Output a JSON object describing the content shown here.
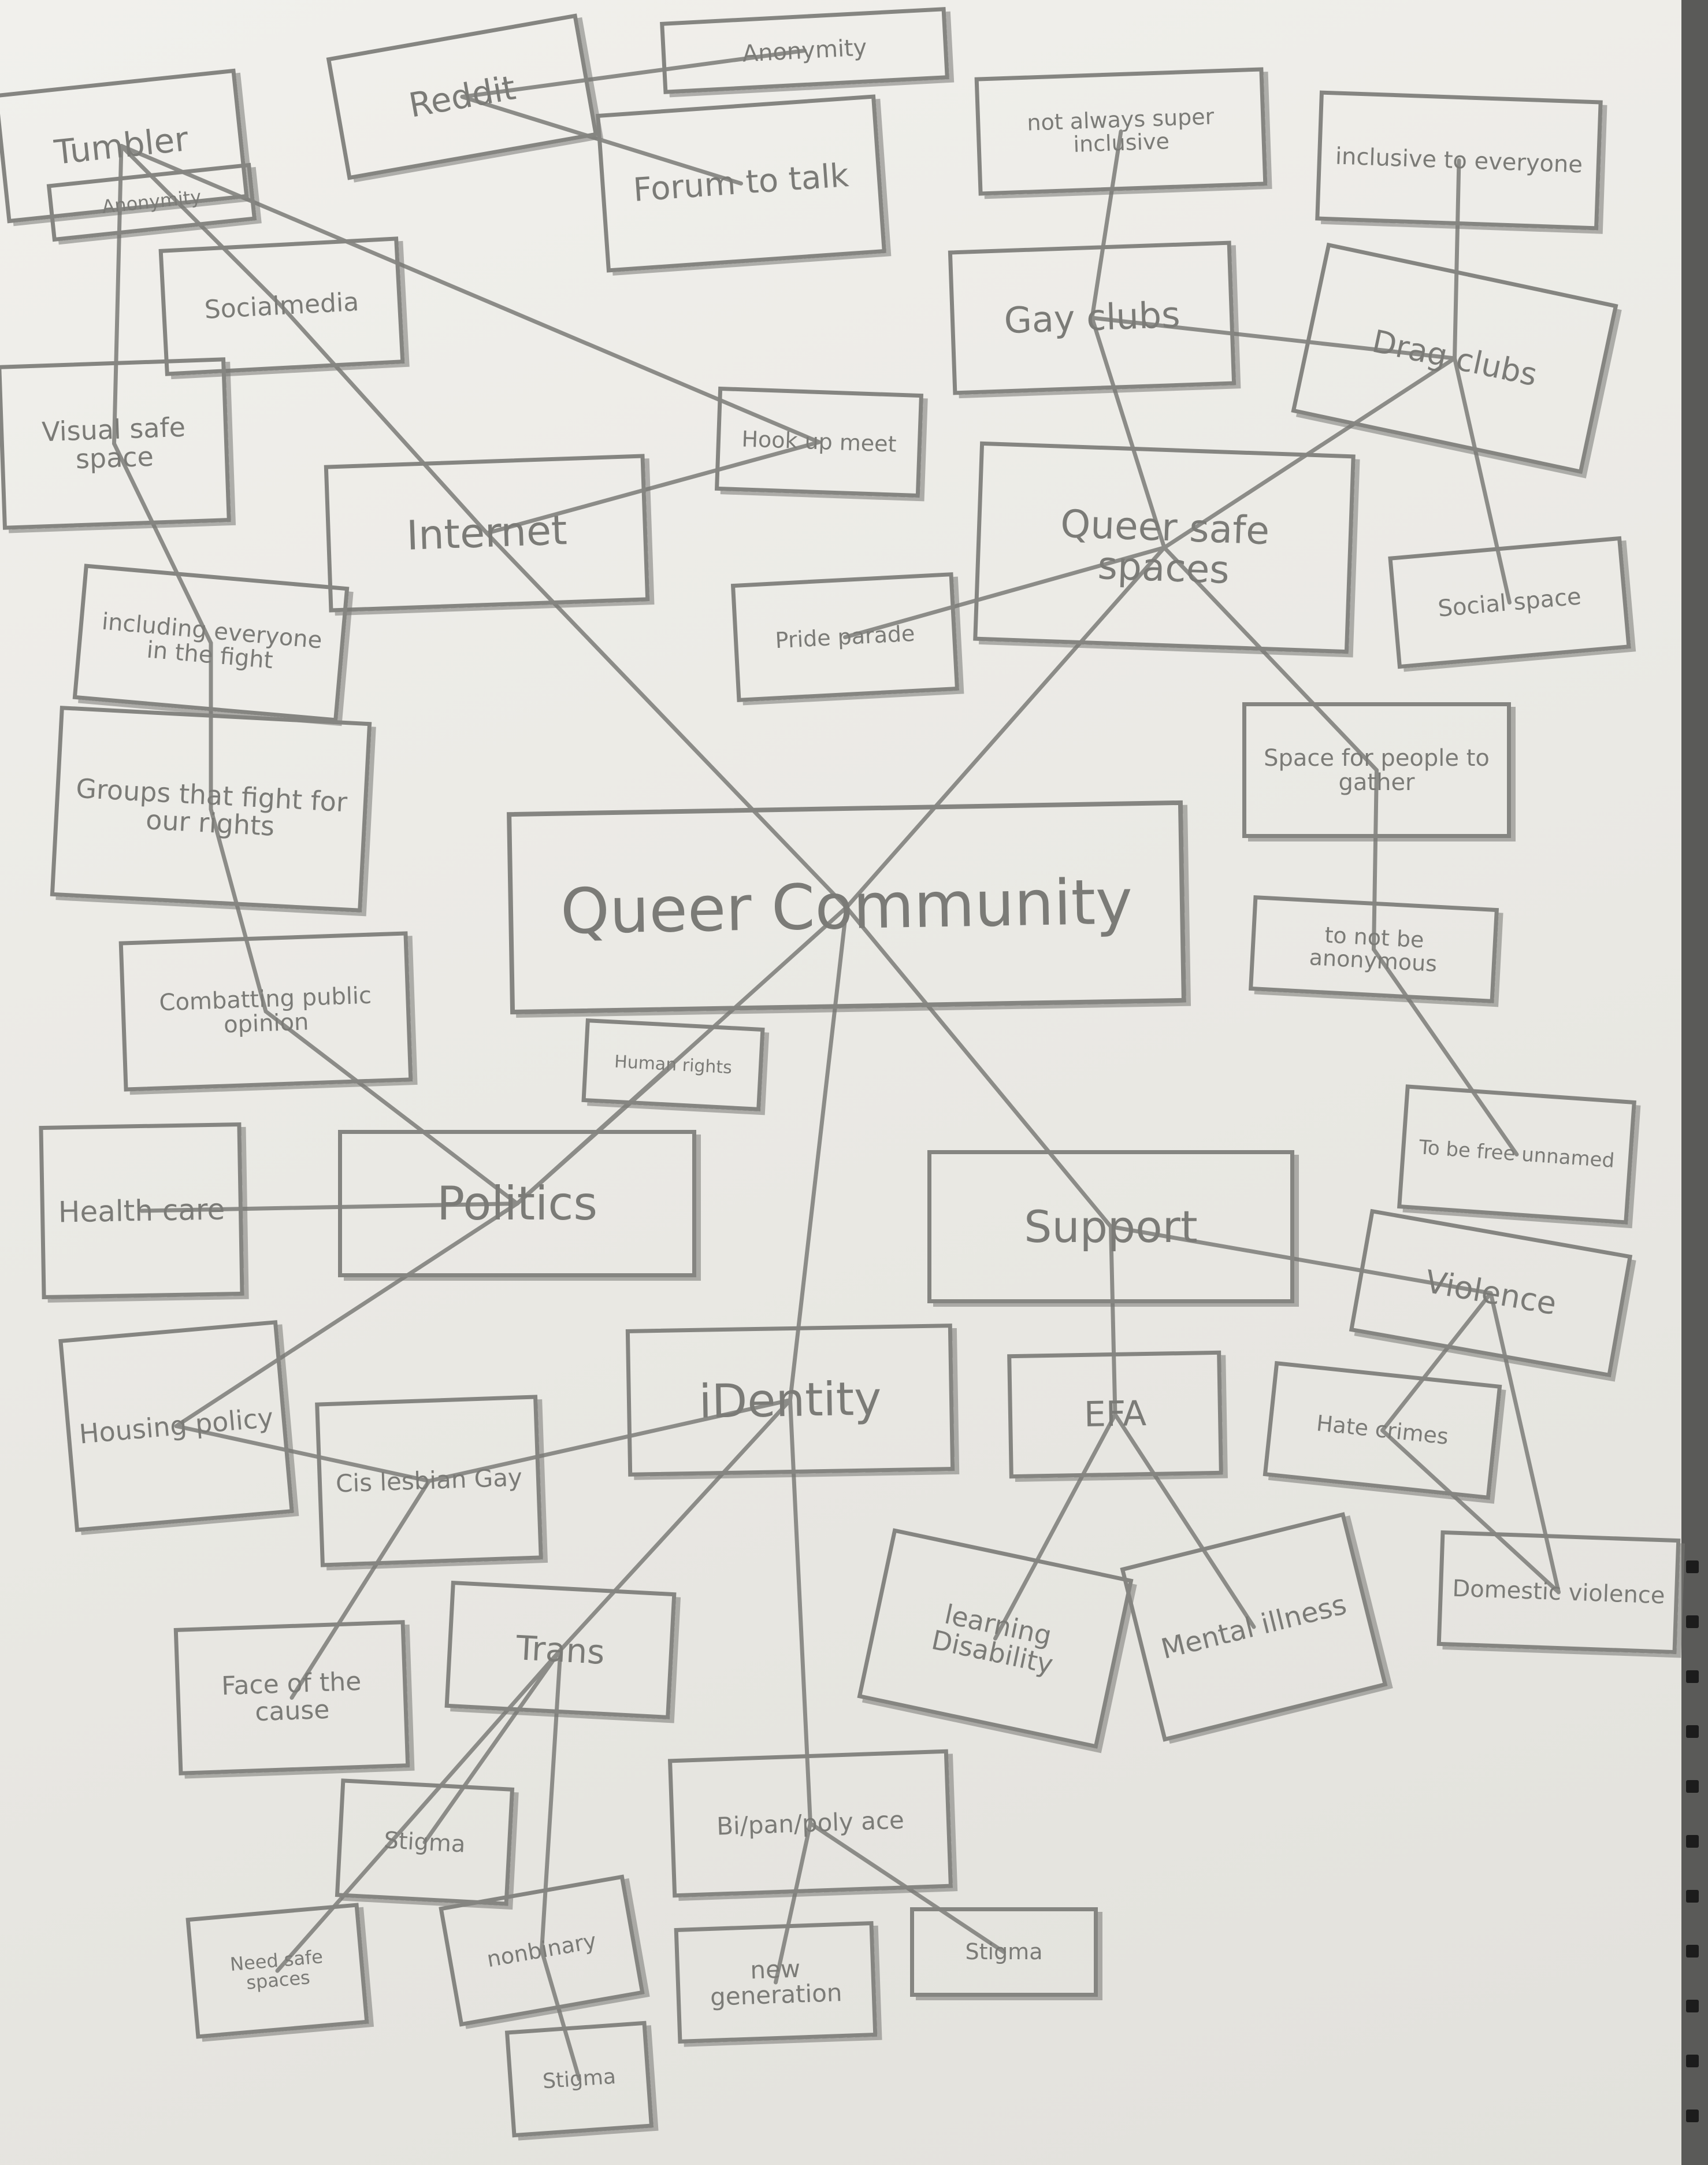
{
  "diagram": {
    "nodes": [
      {
        "id": "queer-community",
        "label": "Queer Community"
      },
      {
        "id": "internet",
        "label": "Internet"
      },
      {
        "id": "queer-safe-spaces",
        "label": "Queer safe spaces"
      },
      {
        "id": "politics",
        "label": "Politics"
      },
      {
        "id": "support",
        "label": "Support"
      },
      {
        "id": "identity",
        "label": "iDentity"
      },
      {
        "id": "tumbler",
        "label": "Tumbler"
      },
      {
        "id": "reddit",
        "label": "Reddit"
      },
      {
        "id": "anonymity-top",
        "label": "Anonymity"
      },
      {
        "id": "forum-to-talk",
        "label": "Forum to talk"
      },
      {
        "id": "anonymity-small",
        "label": "Anonymity"
      },
      {
        "id": "social-media",
        "label": "Socialmedia"
      },
      {
        "id": "visual-safe-space",
        "label": "Visual safe space"
      },
      {
        "id": "hook-up-meet",
        "label": "Hook up meet"
      },
      {
        "id": "not-always-inclusive",
        "label": "not always super inclusive"
      },
      {
        "id": "inclusive-to-everyone",
        "label": "inclusive to everyone"
      },
      {
        "id": "gay-clubs",
        "label": "Gay clubs"
      },
      {
        "id": "drag-clubs",
        "label": "Drag clubs"
      },
      {
        "id": "pride-parade",
        "label": "Pride parade"
      },
      {
        "id": "social-space",
        "label": "Social space"
      },
      {
        "id": "space-for-people",
        "label": "Space for people to gather"
      },
      {
        "id": "to-not-be-anonymous",
        "label": "to not be anonymous"
      },
      {
        "id": "to-be-free",
        "label": "To be free unnamed"
      },
      {
        "id": "including-everyone",
        "label": "including everyone in the fight"
      },
      {
        "id": "groups-that-fight",
        "label": "Groups that fight for our rights"
      },
      {
        "id": "combatting-public-opinion",
        "label": "Combatting public opinion"
      },
      {
        "id": "human-rights",
        "label": "Human rights"
      },
      {
        "id": "health-care",
        "label": "Health care"
      },
      {
        "id": "housing-policy",
        "label": "Housing policy"
      },
      {
        "id": "violence",
        "label": "Violence"
      },
      {
        "id": "hate-crimes",
        "label": "Hate crimes"
      },
      {
        "id": "domestic-violence",
        "label": "Domestic violence"
      },
      {
        "id": "efa",
        "label": "EFA"
      },
      {
        "id": "learning-disability",
        "label": "learning Disability"
      },
      {
        "id": "mental-illness",
        "label": "Mental illness"
      },
      {
        "id": "cis-lesbian-gay",
        "label": "Cis lesbian Gay"
      },
      {
        "id": "face-of-the-cause",
        "label": "Face of the cause"
      },
      {
        "id": "trans",
        "label": "Trans"
      },
      {
        "id": "stigma-1",
        "label": "Stigma"
      },
      {
        "id": "need-safe-spaces",
        "label": "Need safe spaces"
      },
      {
        "id": "nonbinary",
        "label": "nonbinary"
      },
      {
        "id": "stigma-2",
        "label": "Stigma"
      },
      {
        "id": "bi-pan-poly-ace",
        "label": "Bi/pan/poly ace"
      },
      {
        "id": "new-generation",
        "label": "new generation"
      },
      {
        "id": "stigma-3",
        "label": "Stigma"
      }
    ]
  }
}
